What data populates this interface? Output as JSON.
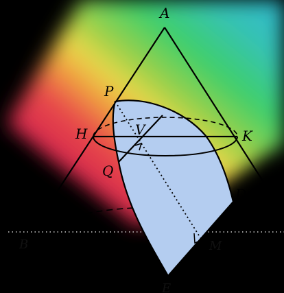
{
  "diagram": {
    "labels": {
      "A": "A",
      "P": "P",
      "H": "H",
      "V": "V",
      "K": "K",
      "Q": "Q",
      "D": "D",
      "B": "B",
      "M": "M",
      "E": "E"
    },
    "colors": {
      "section_fill": "#b4cdf0",
      "background": "#000000"
    }
  }
}
